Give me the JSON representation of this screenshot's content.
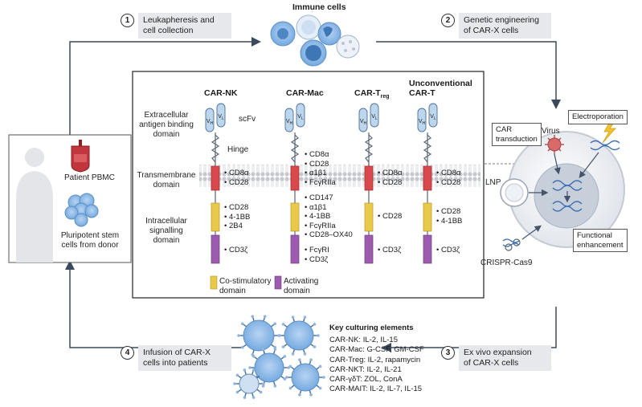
{
  "title": "Immune cells",
  "steps": [
    {
      "num": "1",
      "text": [
        "Leukapheresis and",
        "cell collection"
      ]
    },
    {
      "num": "2",
      "text": [
        "Genetic engineering",
        "of CAR-X cells"
      ]
    },
    {
      "num": "3",
      "text": [
        "Ex vivo expansion",
        "of CAR-X cells"
      ]
    },
    {
      "num": "4",
      "text": [
        "Infusion of CAR-X",
        "cells into patients"
      ]
    }
  ],
  "source": {
    "patient_pbmc": "Patient PBMC",
    "stem_cells": [
      "Pluripotent stem",
      "cells from donor"
    ]
  },
  "row_labels": {
    "extracellular": [
      "Extracellular",
      "antigen binding",
      "domain"
    ],
    "transmembrane": [
      "Transmembrane",
      "domain"
    ],
    "intracellular": [
      "Intracellular",
      "signalling",
      "domain"
    ]
  },
  "constructs": {
    "nk": {
      "name": "CAR-NK",
      "scfv": "scFv",
      "hinge": "Hinge",
      "tm": [
        "CD8α",
        "CD28"
      ],
      "costim": [
        "CD28",
        "4-1BB",
        "2B4"
      ],
      "act": [
        "CD3ζ"
      ]
    },
    "mac": {
      "name": "CAR-Mac",
      "hinge_tm": [
        "CD8α",
        "CD28",
        "α1β1",
        "FcγRIIa"
      ],
      "costim": [
        "CD147",
        "α1β1",
        "4-1BB",
        "FcγRIIa",
        "CD28–OX40"
      ],
      "act": [
        "FcγRI",
        "CD3ζ"
      ]
    },
    "treg": {
      "name": "CAR-T",
      "name_sub": "reg",
      "tm": [
        "CD8α",
        "CD28"
      ],
      "costim": [
        "CD28"
      ],
      "act": [
        "CD3ζ"
      ]
    },
    "unconv": {
      "name": [
        "Unconventional",
        "CAR-T"
      ],
      "tm": [
        "CD8α",
        "CD28"
      ],
      "costim": [
        "CD28",
        "4-1BB"
      ],
      "act": [
        "CD3ζ"
      ]
    }
  },
  "domain_letters": {
    "heavy": "V",
    "heavy_sub": "H",
    "light": "V",
    "light_sub": "L"
  },
  "legend": {
    "costim": [
      "Co-stimulatory",
      "domain"
    ],
    "act": [
      "Activating",
      "domain"
    ]
  },
  "engineering": {
    "car_transduction": [
      "CAR",
      "transduction"
    ],
    "virus": "Virus",
    "electroporation": "Electroporation",
    "lnp": "LNP",
    "functional": [
      "Functional",
      "enhancement"
    ],
    "crispr": "CRISPR-Cas9"
  },
  "culturing": {
    "title": "Key culturing elements",
    "items": [
      "CAR-NK: IL-2, IL-15",
      "CAR-Mac: G-CSF, GM-CSF",
      "CAR-Treg: IL-2, rapamycin",
      "CAR-NKT: IL-2, IL-21",
      "CAR-γδT: ZOL, ConA",
      "CAR-MAIT: IL-2, IL-7, IL-15"
    ]
  },
  "colors": {
    "membrane": "#c5c9cf",
    "vdomain": "#bcd6ee",
    "transmembrane": "#d9484a",
    "costim": "#e9c94a",
    "activating": "#9d5bb0",
    "cell_blue": "#6fa6de",
    "arrow": "#3b4a5e",
    "step_box": "#e6e8ec"
  }
}
